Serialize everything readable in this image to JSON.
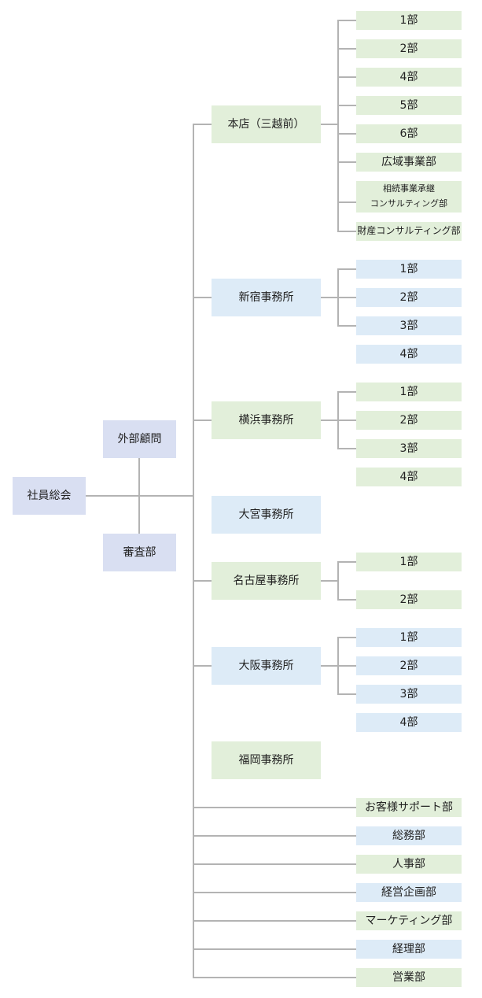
{
  "org_chart": {
    "root": "社員総会",
    "side_units": [
      "外部顧問",
      "審査部"
    ],
    "branches": [
      {
        "name": "本店（三越前）",
        "departments": [
          "1部",
          "2部",
          "4部",
          "5部",
          "6部",
          "広域事業部",
          "相続事業承継\nコンサルティング部",
          "財産コンサルティング部"
        ]
      },
      {
        "name": "新宿事務所",
        "departments": [
          "1部",
          "2部",
          "3部",
          "4部"
        ]
      },
      {
        "name": "横浜事務所",
        "departments": [
          "1部",
          "2部",
          "3部",
          "4部"
        ]
      },
      {
        "name": "大宮事務所",
        "departments": []
      },
      {
        "name": "名古屋事務所",
        "departments": [
          "1部",
          "2部"
        ]
      },
      {
        "name": "大阪事務所",
        "departments": [
          "1部",
          "2部",
          "3部",
          "4部"
        ]
      },
      {
        "name": "福岡事務所",
        "departments": []
      }
    ],
    "head_office_departments": [
      "お客様サポート部",
      "総務部",
      "人事部",
      "経営企画部",
      "マーケティング部",
      "経理部",
      "営業部"
    ]
  },
  "colors": {
    "green": "#e2efda",
    "blue": "#ddebf7",
    "lavender": "#d9dff2",
    "connector": "#b3b3b3"
  }
}
